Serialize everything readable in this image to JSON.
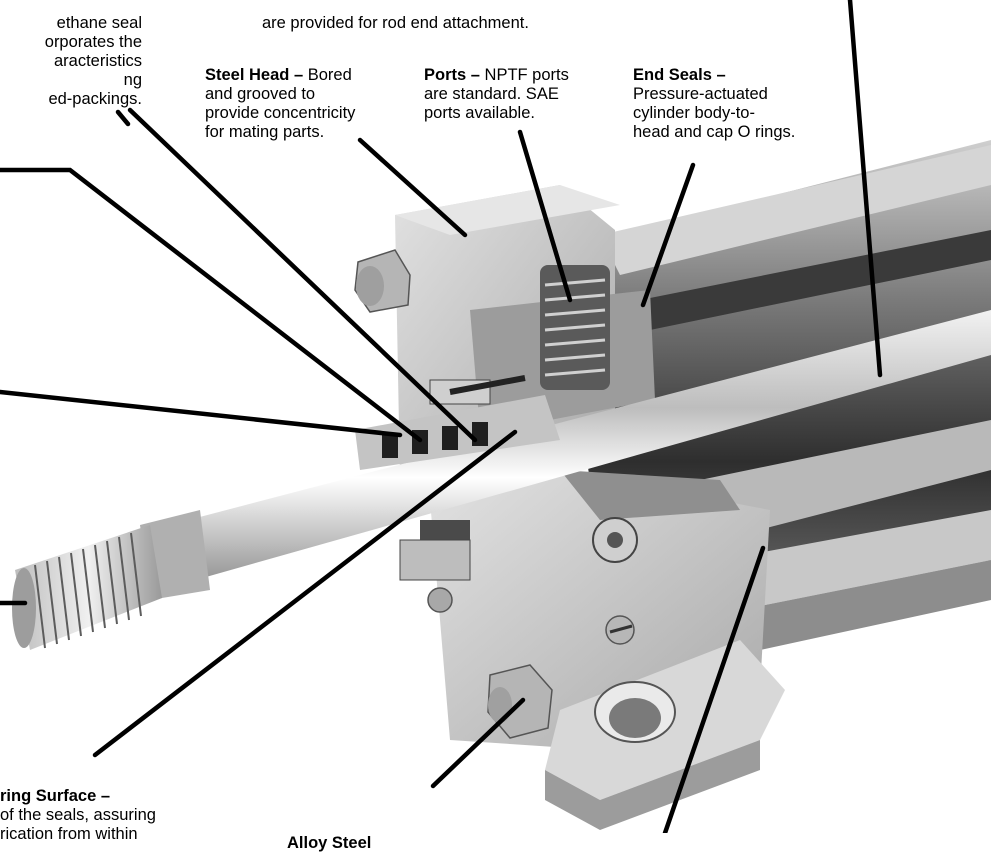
{
  "callouts": {
    "top_left": {
      "title": "",
      "body": "ethane seal\norporates the\naracteristics\nng\ned-packings."
    },
    "top_center": {
      "title": "",
      "body": "are provided for rod end attachment."
    },
    "steel_head": {
      "title": "Steel Head –",
      "body": " Bored\nand grooved to\nprovide concentricity\nfor mating parts."
    },
    "ports": {
      "title": "Ports –",
      "body": " NPTF ports\nare standard. SAE\nports available."
    },
    "end_seals": {
      "title": "End Seals –",
      "body": "\nPressure-actuated\ncylinder body-to-\nhead and cap O rings."
    },
    "bearing_surface": {
      "title": "ring Surface –",
      "body": "\nof the seals, assuring\nrication from within"
    },
    "alloy_steel": {
      "title": "Alloy Steel",
      "body": ""
    }
  },
  "colors": {
    "background": "#ffffff",
    "cylinder_body": "#9a9a9a",
    "head_block": "#c9c9c9",
    "rod": "#d8d8d8",
    "leader_lines": "#000000"
  }
}
